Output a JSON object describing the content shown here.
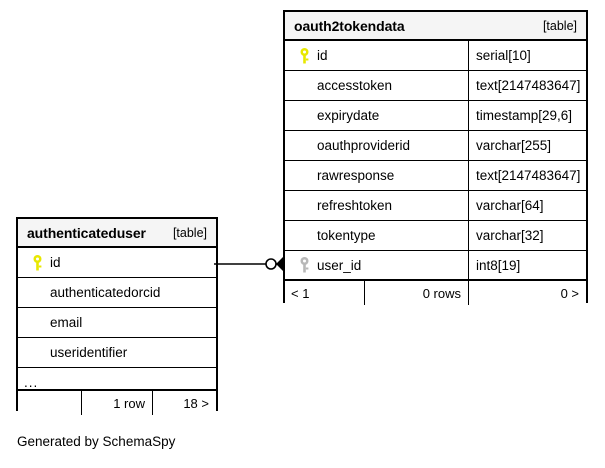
{
  "diagram": {
    "caption": "Generated by SchemaSpy",
    "table_tag": "[table]"
  },
  "tables": {
    "oauth2tokendata": {
      "name": "oauth2tokendata",
      "tag": "[table]",
      "columns": [
        {
          "key": "primary",
          "name": "id",
          "type": "serial[10]"
        },
        {
          "key": "none",
          "name": "accesstoken",
          "type": "text[2147483647]"
        },
        {
          "key": "none",
          "name": "expirydate",
          "type": "timestamp[29,6]"
        },
        {
          "key": "none",
          "name": "oauthproviderid",
          "type": "varchar[255]"
        },
        {
          "key": "none",
          "name": "rawresponse",
          "type": "text[2147483647]"
        },
        {
          "key": "none",
          "name": "refreshtoken",
          "type": "varchar[64]"
        },
        {
          "key": "none",
          "name": "tokentype",
          "type": "varchar[32]"
        },
        {
          "key": "foreign",
          "name": "user_id",
          "type": "int8[19]"
        }
      ],
      "footer": {
        "prev": "< 1",
        "rows": "0 rows",
        "next": "0 >"
      }
    },
    "authenticateduser": {
      "name": "authenticateduser",
      "tag": "[table]",
      "columns": [
        {
          "key": "primary",
          "name": "id"
        },
        {
          "key": "none",
          "name": "authenticatedorcid"
        },
        {
          "key": "none",
          "name": "email"
        },
        {
          "key": "none",
          "name": "useridentifier"
        }
      ],
      "more_indicator": "...",
      "footer": {
        "prev": "",
        "rows": "1 row",
        "next": "18 >"
      }
    }
  },
  "relationship": {
    "from_table": "authenticateduser",
    "from_column": "id",
    "to_table": "oauth2tokendata",
    "to_column": "user_id",
    "from_cardinality": "zero-or-one",
    "to_cardinality": "many"
  },
  "colors": {
    "primary_key": "#e8e800",
    "foreign_key": "#b0b0b0",
    "header_background": "#f5f5f5",
    "border": "#000000",
    "background": "#ffffff"
  }
}
